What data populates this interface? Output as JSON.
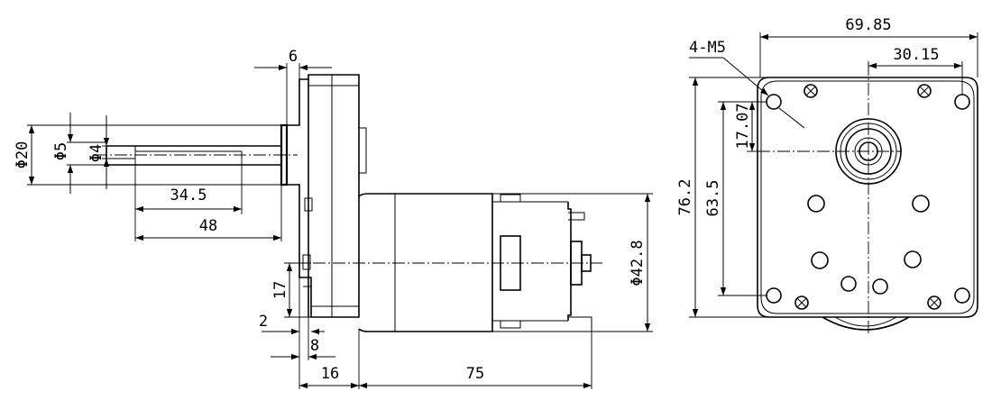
{
  "dimensions": {
    "shaft_dia": "Φ20",
    "shaft_d_dia": "Φ5",
    "shaft_end_dia": "Φ4",
    "flat_len": "34.5",
    "shaft_len": "48",
    "flange_thk": "6",
    "offset_17": "17",
    "gap_2": "2",
    "depth_8": "8",
    "gearbox_len": "16",
    "motor_len": "75",
    "motor_dia": "Φ42.8",
    "width_total": "69.85",
    "width_half": "30.15",
    "hole_spec": "4-M5",
    "height_total": "76.2",
    "hole_pitch": "63.5",
    "center_offset": "17.07"
  }
}
